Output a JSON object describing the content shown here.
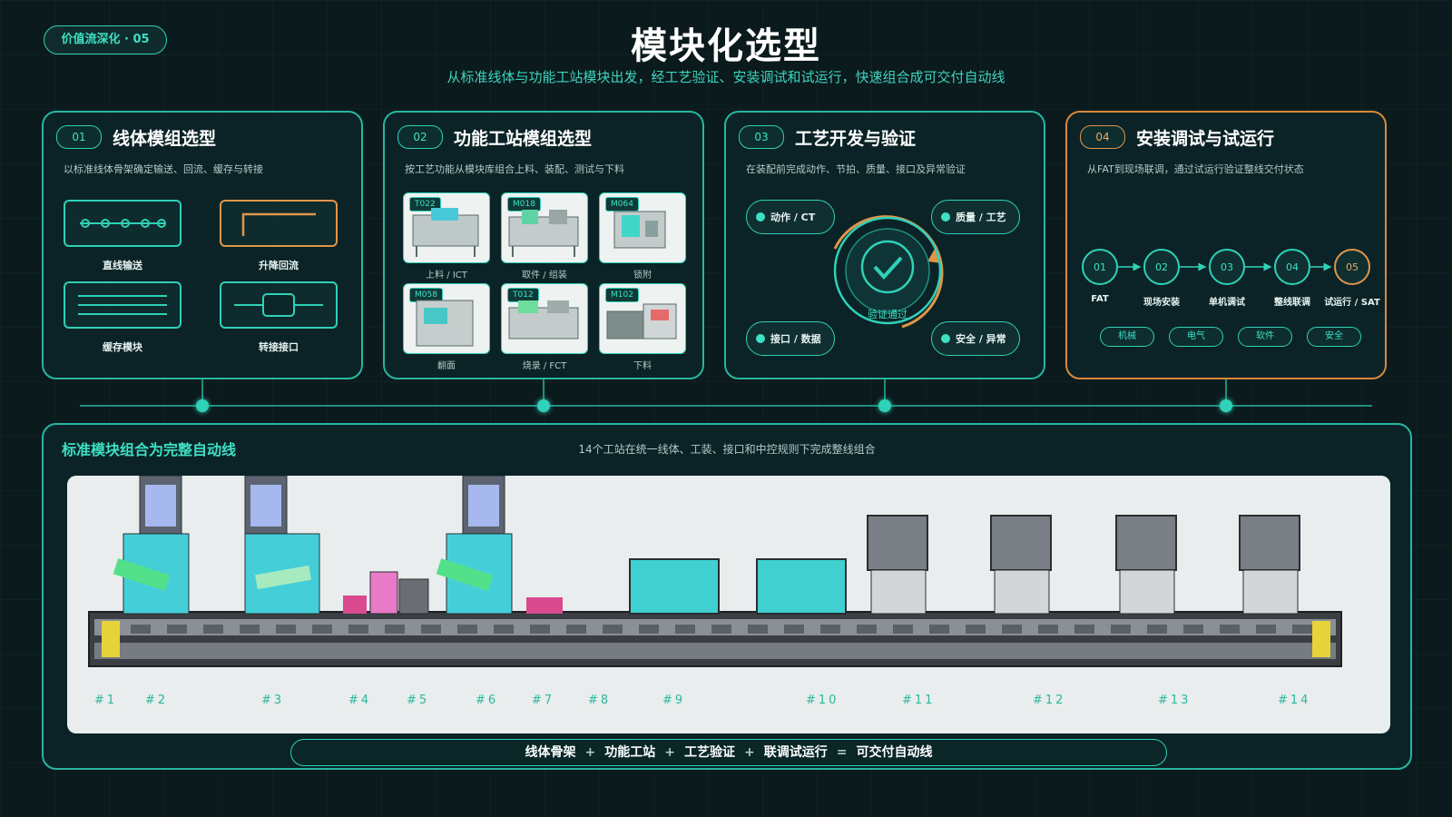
{
  "header": {
    "badge": "价值流深化 · 05",
    "title": "模块化选型",
    "subtitle": "从标准线体与功能工站模块出发，经工艺验证、安装调试和试运行，快速组合成可交付自动线"
  },
  "cards": [
    {
      "num": "01",
      "title": "线体模组选型",
      "desc": "以标准线体骨架确定输送、回流、缓存与转接",
      "modules": [
        "直线输送",
        "升降回流",
        "缓存模块",
        "转接接口"
      ]
    },
    {
      "num": "02",
      "title": "功能工站模组选型",
      "desc": "按工艺功能从模块库组合上料、装配、测试与下料",
      "stations": [
        {
          "tag": "T022",
          "label": "上料 / ICT"
        },
        {
          "tag": "M018",
          "label": "取件 / 组装"
        },
        {
          "tag": "M064",
          "label": "锁附"
        },
        {
          "tag": "M058",
          "label": "翻面"
        },
        {
          "tag": "T012",
          "label": "烧录 / FCT"
        },
        {
          "tag": "M102",
          "label": "下料"
        }
      ]
    },
    {
      "num": "03",
      "title": "工艺开发与验证",
      "desc": "在装配前完成动作、节拍、质量、接口及异常验证",
      "pills": [
        "动作 / CT",
        "质量 / 工艺",
        "接口 / 数据",
        "安全 / 异常"
      ],
      "center_label": "验证通过"
    },
    {
      "num": "04",
      "title": "安装调试与试运行",
      "desc": "从FAT到现场联调，通过试运行验证整线交付状态",
      "steps": [
        {
          "num": "01",
          "label": "FAT"
        },
        {
          "num": "02",
          "label": "现场安装"
        },
        {
          "num": "03",
          "label": "单机调试"
        },
        {
          "num": "04",
          "label": "整线联调"
        },
        {
          "num": "05",
          "label": "试运行 / SAT"
        }
      ],
      "disciplines": [
        "机械",
        "电气",
        "软件",
        "安全"
      ]
    }
  ],
  "bottom": {
    "title": "标准模块组合为完整自动线",
    "desc": "14个工站在统一线体、工装、接口和中控规则下完成整线组合",
    "stations": [
      "#1",
      "#2",
      "#3",
      "#4",
      "#5",
      "#6",
      "#7",
      "#8",
      "#9",
      "#10",
      "#11",
      "#12",
      "#13",
      "#14"
    ],
    "formula": [
      "线体骨架",
      "功能工站",
      "工艺验证",
      "联调试运行",
      "可交付自动线"
    ],
    "formula_ops": [
      "+",
      "+",
      "+",
      "="
    ]
  },
  "colors": {
    "accent": "#2fd1b8",
    "orange": "#e0954a",
    "background": "#0b1a1c"
  }
}
